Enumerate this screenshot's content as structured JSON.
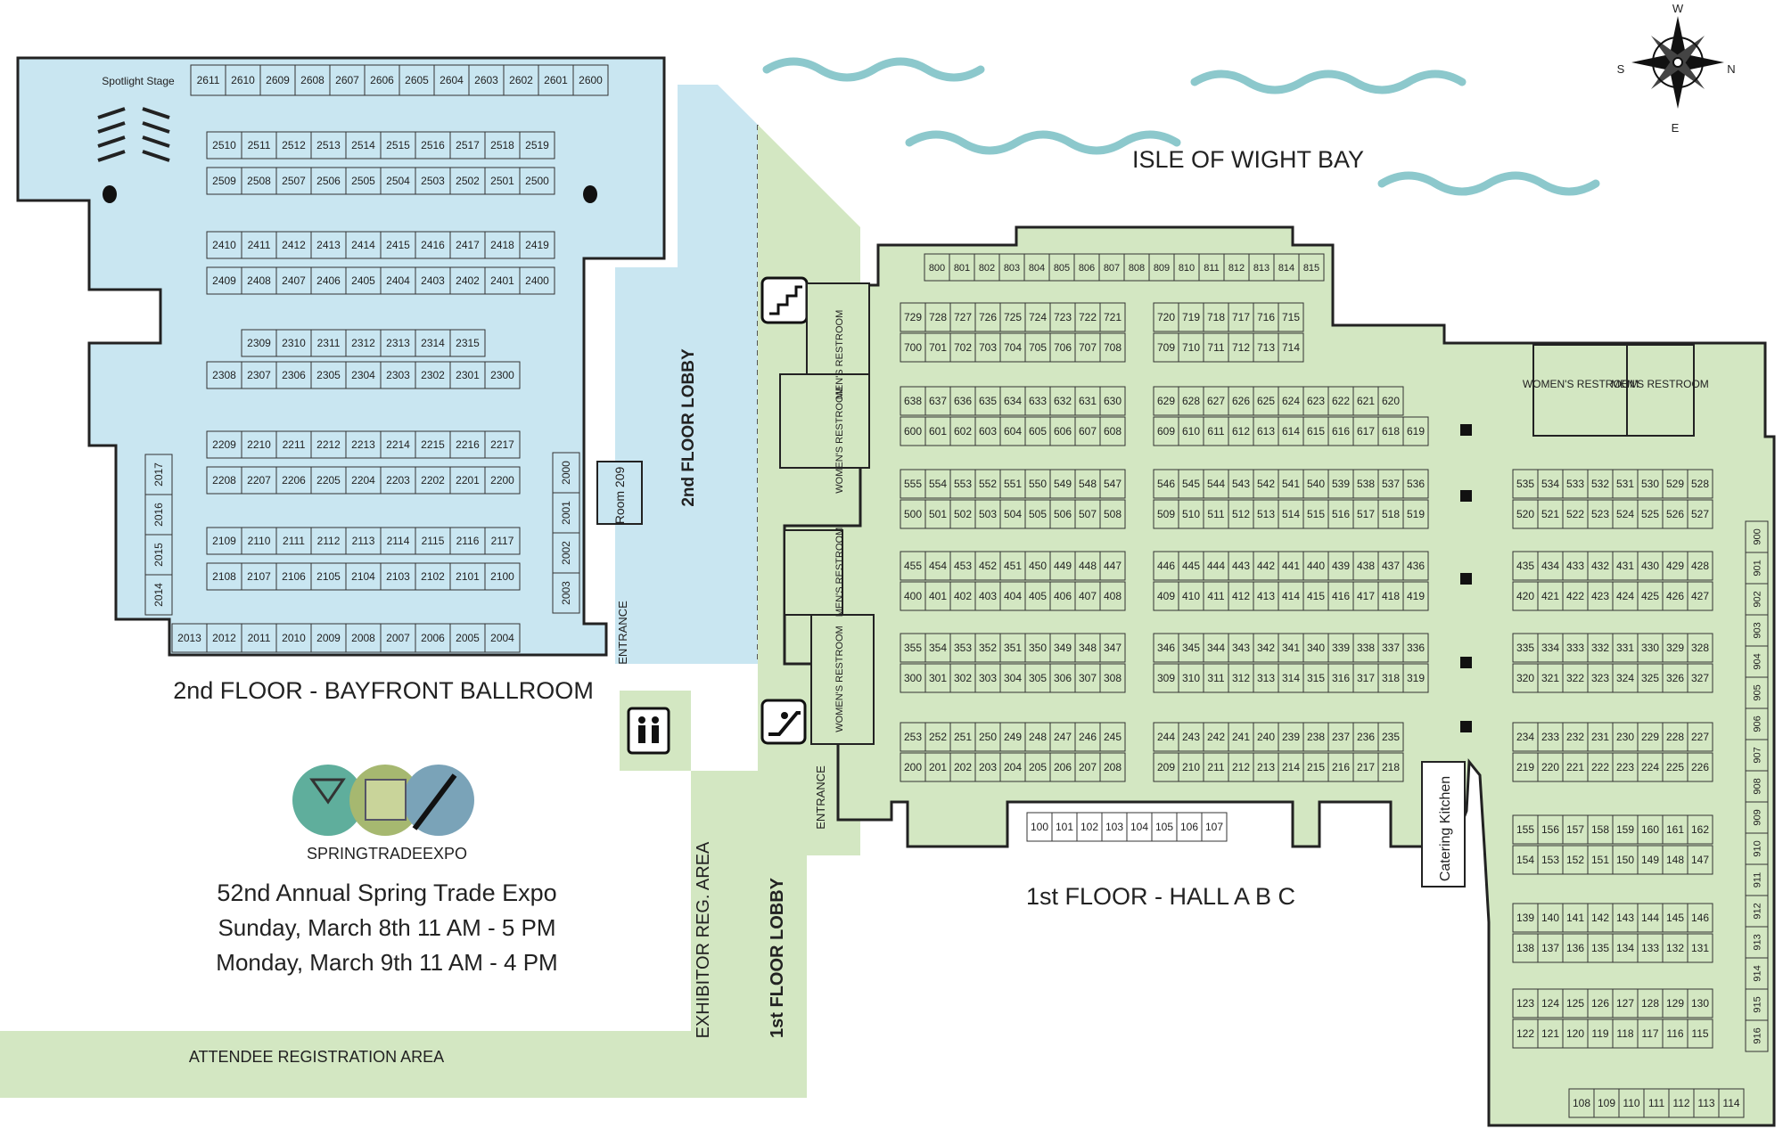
{
  "labels": {
    "bay": "ISLE OF WIGHT BAY",
    "ballroom_title": "2nd FLOOR - BAYFRONT BALLROOM",
    "hall_title": "1st FLOOR - HALL A B C",
    "lobby2": "2nd FLOOR LOBBY",
    "lobby1": "1st FLOOR LOBBY",
    "exhibitor_reg": "EXHIBITOR REG. AREA",
    "attendee_reg": "ATTENDEE REGISTRATION AREA",
    "entrance": "ENTRANCE",
    "spotlight": "Spotlight Stage",
    "room": "Room 209",
    "catering": "Catering Kitchen",
    "mens": "MEN'S RESTROOM",
    "womens": "WOMEN'S RESTROOM"
  },
  "compass": {
    "n": "N",
    "s": "S",
    "e": "E",
    "w": "W"
  },
  "event": {
    "logo": "SPRINGTRADEEXPO",
    "line1": "52nd Annual Spring Trade Expo",
    "line2": "Sunday, March 8th 11 AM - 5 PM",
    "line3": "Monday, March 9th 11 AM - 4 PM"
  },
  "ballroom_rows": [
    [
      "2611",
      "2610",
      "2609",
      "2608",
      "2607",
      "2606",
      "2605",
      "2604",
      "2603",
      "2602",
      "2601",
      "2600"
    ],
    [
      "2510",
      "2511",
      "2512",
      "2513",
      "2514",
      "2515",
      "2516",
      "2517",
      "2518",
      "2519"
    ],
    [
      "2509",
      "2508",
      "2507",
      "2506",
      "2505",
      "2504",
      "2503",
      "2502",
      "2501",
      "2500"
    ],
    [
      "2410",
      "2411",
      "2412",
      "2413",
      "2414",
      "2415",
      "2416",
      "2417",
      "2418",
      "2419"
    ],
    [
      "2409",
      "2408",
      "2407",
      "2406",
      "2405",
      "2404",
      "2403",
      "2402",
      "2401",
      "2400"
    ],
    [
      "2309",
      "2310",
      "2311",
      "2312",
      "2313",
      "2314",
      "2315"
    ],
    [
      "2308",
      "2307",
      "2306",
      "2305",
      "2304",
      "2303",
      "2302",
      "2301",
      "2300"
    ],
    [
      "2209",
      "2210",
      "2211",
      "2212",
      "2213",
      "2214",
      "2215",
      "2216",
      "2217"
    ],
    [
      "2208",
      "2207",
      "2206",
      "2205",
      "2204",
      "2203",
      "2202",
      "2201",
      "2200"
    ],
    [
      "2109",
      "2110",
      "2111",
      "2112",
      "2113",
      "2114",
      "2115",
      "2116",
      "2117"
    ],
    [
      "2108",
      "2107",
      "2106",
      "2105",
      "2104",
      "2103",
      "2102",
      "2101",
      "2100"
    ],
    [
      "2013",
      "2012",
      "2011",
      "2010",
      "2009",
      "2008",
      "2007",
      "2006",
      "2005",
      "2004"
    ]
  ],
  "ballroom_left_column": [
    "2017",
    "2016",
    "2015",
    "2014"
  ],
  "ballroom_right_column": [
    "2000",
    "2001",
    "2002",
    "2003"
  ],
  "hall_800_row": [
    "800",
    "801",
    "802",
    "803",
    "804",
    "805",
    "806",
    "807",
    "808",
    "809",
    "810",
    "811",
    "812",
    "813",
    "814",
    "815"
  ],
  "hall_rows": [
    [
      "729",
      "728",
      "727",
      "726",
      "725",
      "724",
      "723",
      "722",
      "721"
    ],
    [
      "700",
      "701",
      "702",
      "703",
      "704",
      "705",
      "706",
      "707",
      "708"
    ],
    [
      "720",
      "719",
      "718",
      "717",
      "716",
      "715"
    ],
    [
      "709",
      "710",
      "711",
      "712",
      "713",
      "714"
    ],
    [
      "638",
      "637",
      "636",
      "635",
      "634",
      "633",
      "632",
      "631",
      "630"
    ],
    [
      "600",
      "601",
      "602",
      "603",
      "604",
      "605",
      "606",
      "607",
      "608"
    ],
    [
      "629",
      "628",
      "627",
      "626",
      "625",
      "624",
      "623",
      "622",
      "621",
      "620"
    ],
    [
      "609",
      "610",
      "611",
      "612",
      "613",
      "614",
      "615",
      "616",
      "617",
      "618",
      "619"
    ],
    [
      "555",
      "554",
      "553",
      "552",
      "551",
      "550",
      "549",
      "548",
      "547"
    ],
    [
      "500",
      "501",
      "502",
      "503",
      "504",
      "505",
      "506",
      "507",
      "508"
    ],
    [
      "546",
      "545",
      "544",
      "543",
      "542",
      "541",
      "540",
      "539",
      "538",
      "537",
      "536"
    ],
    [
      "509",
      "510",
      "511",
      "512",
      "513",
      "514",
      "515",
      "516",
      "517",
      "518",
      "519"
    ],
    [
      "535",
      "534",
      "533",
      "532",
      "531",
      "530",
      "529",
      "528"
    ],
    [
      "520",
      "521",
      "522",
      "523",
      "524",
      "525",
      "526",
      "527"
    ],
    [
      "455",
      "454",
      "453",
      "452",
      "451",
      "450",
      "449",
      "448",
      "447"
    ],
    [
      "400",
      "401",
      "402",
      "403",
      "404",
      "405",
      "406",
      "407",
      "408"
    ],
    [
      "446",
      "445",
      "444",
      "443",
      "442",
      "441",
      "440",
      "439",
      "438",
      "437",
      "436"
    ],
    [
      "409",
      "410",
      "411",
      "412",
      "413",
      "414",
      "415",
      "416",
      "417",
      "418",
      "419"
    ],
    [
      "435",
      "434",
      "433",
      "432",
      "431",
      "430",
      "429",
      "428"
    ],
    [
      "420",
      "421",
      "422",
      "423",
      "424",
      "425",
      "426",
      "427"
    ],
    [
      "355",
      "354",
      "353",
      "352",
      "351",
      "350",
      "349",
      "348",
      "347"
    ],
    [
      "300",
      "301",
      "302",
      "303",
      "304",
      "305",
      "306",
      "307",
      "308"
    ],
    [
      "346",
      "345",
      "344",
      "343",
      "342",
      "341",
      "340",
      "339",
      "338",
      "337",
      "336"
    ],
    [
      "309",
      "310",
      "311",
      "312",
      "313",
      "314",
      "315",
      "316",
      "317",
      "318",
      "319"
    ],
    [
      "335",
      "334",
      "333",
      "332",
      "331",
      "330",
      "329",
      "328"
    ],
    [
      "320",
      "321",
      "322",
      "323",
      "324",
      "325",
      "326",
      "327"
    ],
    [
      "253",
      "252",
      "251",
      "250",
      "249",
      "248",
      "247",
      "246",
      "245"
    ],
    [
      "200",
      "201",
      "202",
      "203",
      "204",
      "205",
      "206",
      "207",
      "208"
    ],
    [
      "244",
      "243",
      "242",
      "241",
      "240",
      "239",
      "238",
      "237",
      "236",
      "235"
    ],
    [
      "209",
      "210",
      "211",
      "212",
      "213",
      "214",
      "215",
      "216",
      "217",
      "218"
    ],
    [
      "234",
      "233",
      "232",
      "231",
      "230",
      "229",
      "228",
      "227"
    ],
    [
      "219",
      "220",
      "221",
      "222",
      "223",
      "224",
      "225",
      "226"
    ],
    [
      "155",
      "156",
      "157",
      "158",
      "159",
      "160",
      "161",
      "162"
    ],
    [
      "154",
      "153",
      "152",
      "151",
      "150",
      "149",
      "148",
      "147"
    ],
    [
      "139",
      "140",
      "141",
      "142",
      "143",
      "144",
      "145",
      "146"
    ],
    [
      "138",
      "137",
      "136",
      "135",
      "134",
      "133",
      "132",
      "131"
    ],
    [
      "123",
      "124",
      "125",
      "126",
      "127",
      "128",
      "129",
      "130"
    ],
    [
      "122",
      "121",
      "120",
      "119",
      "118",
      "117",
      "116",
      "115"
    ],
    [
      "108",
      "109",
      "110",
      "111",
      "112",
      "113",
      "114"
    ],
    [
      "100",
      "101",
      "102",
      "103",
      "104",
      "105",
      "106",
      "107"
    ]
  ],
  "hall_right_column": [
    "900",
    "901",
    "902",
    "903",
    "904",
    "905",
    "906",
    "907",
    "908",
    "909",
    "910",
    "911",
    "912",
    "913",
    "914",
    "915",
    "916"
  ],
  "colors": {
    "ballroom": "#c9e6f1",
    "hall": "#d3e7c2",
    "lobby": "#d3e7c2",
    "water": "#8cc8cc",
    "text": "#222222"
  }
}
